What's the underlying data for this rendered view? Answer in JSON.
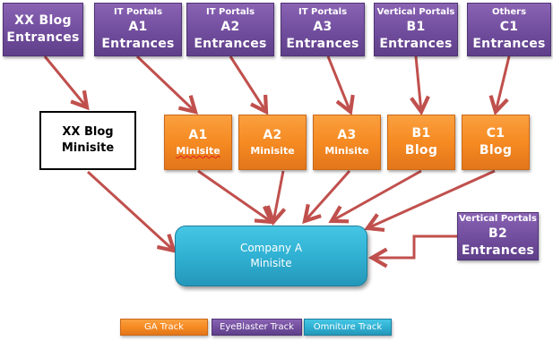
{
  "sources": [
    {
      "id": "xx-blog-entrances",
      "category": "",
      "line1": "XX Blog",
      "line2": "Entrances",
      "track": "EyeBlaster"
    },
    {
      "id": "a1-entrances",
      "category": "IT Portals",
      "line1": "A1",
      "line2": "Entrances",
      "track": "EyeBlaster"
    },
    {
      "id": "a2-entrances",
      "category": "IT Portals",
      "line1": "A2",
      "line2": "Entrances",
      "track": "EyeBlaster"
    },
    {
      "id": "a3-entrances",
      "category": "IT Portals",
      "line1": "A3",
      "line2": "Entrances",
      "track": "EyeBlaster"
    },
    {
      "id": "b1-entrances",
      "category": "Vertical Portals",
      "line1": "B1",
      "line2": "Entrances",
      "track": "EyeBlaster"
    },
    {
      "id": "c1-entrances",
      "category": "Others",
      "line1": "C1",
      "line2": "Entrances",
      "track": "EyeBlaster"
    }
  ],
  "intermediate": {
    "xx_blog_minisite": {
      "line1": "XX Blog",
      "line2": "Minisite"
    },
    "sites": [
      {
        "id": "a1-minisite",
        "line1": "A1",
        "line2": "Minisite",
        "track": "GA"
      },
      {
        "id": "a2-minisite",
        "line1": "A2",
        "line2": "Minisite",
        "track": "GA"
      },
      {
        "id": "a3-minisite",
        "line1": "A3",
        "line2": "Minisite",
        "track": "GA"
      },
      {
        "id": "b1-blog",
        "line1": "B1",
        "line2": "Blog",
        "track": "GA"
      },
      {
        "id": "c1-blog",
        "line1": "C1",
        "line2": "Blog",
        "track": "GA"
      }
    ]
  },
  "target": {
    "line1": "Company A",
    "line2": "Minisite",
    "track": "Omniture"
  },
  "side_source": {
    "category": "Vertical Portals",
    "line1": "B2",
    "line2": "Entrances",
    "track": "EyeBlaster"
  },
  "edges": [
    [
      "xx-blog-entrances",
      "xx-blog-minisite"
    ],
    [
      "a1-entrances",
      "a1-minisite"
    ],
    [
      "a2-entrances",
      "a2-minisite"
    ],
    [
      "a3-entrances",
      "a3-minisite"
    ],
    [
      "b1-entrances",
      "b1-blog"
    ],
    [
      "c1-entrances",
      "c1-blog"
    ],
    [
      "xx-blog-minisite",
      "company-a-minisite"
    ],
    [
      "a1-minisite",
      "company-a-minisite"
    ],
    [
      "a2-minisite",
      "company-a-minisite"
    ],
    [
      "a3-minisite",
      "company-a-minisite"
    ],
    [
      "b1-blog",
      "company-a-minisite"
    ],
    [
      "c1-blog",
      "company-a-minisite"
    ],
    [
      "b2-entrances",
      "company-a-minisite"
    ]
  ],
  "legend": [
    {
      "label": "GA Track",
      "color": "#f68a22"
    },
    {
      "label": "EyeBlaster Track",
      "color": "#734f9f"
    },
    {
      "label": "Omniture Track",
      "color": "#30b1d3"
    }
  ],
  "colors": {
    "arrow": "#c0504d",
    "eyeblaster": "#734f9f",
    "ga": "#f68a22",
    "omniture": "#30b1d3"
  }
}
